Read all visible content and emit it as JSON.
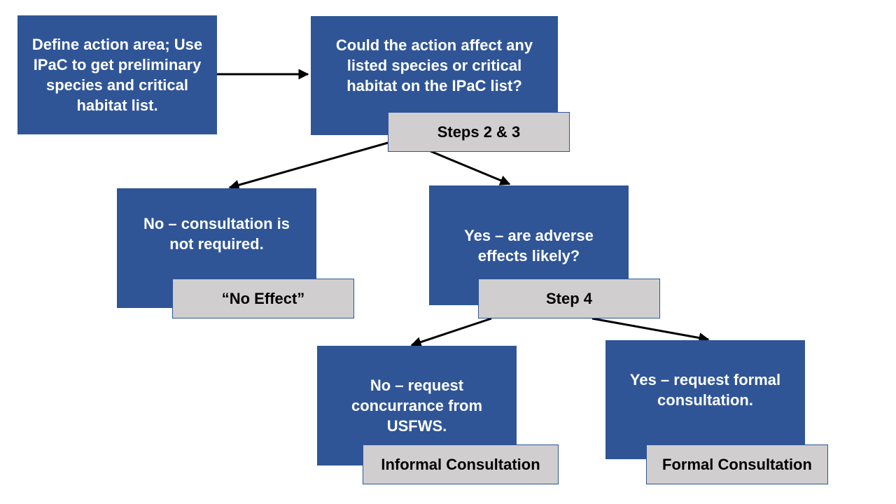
{
  "colors": {
    "box_fill": "#2f5597",
    "tag_fill": "#d0cece",
    "arrow": "#000000"
  },
  "boxes": {
    "define": "Define action area; Use IPaC to get preliminary species and critical habitat list.",
    "could": "Could the action affect any listed species or critical habitat on the IPaC list?",
    "no_consult": "No – consultation is not required.",
    "yes_adverse": "Yes – are adverse effects likely?",
    "no_request": "No – request concurrance from USFWS.",
    "yes_request": "Yes – request formal consultation."
  },
  "tags": {
    "steps_2_3": "Steps 2 & 3",
    "no_effect": "“No Effect”",
    "step_4": "Step 4",
    "informal": "Informal Consultation",
    "formal": "Formal Consultation"
  }
}
